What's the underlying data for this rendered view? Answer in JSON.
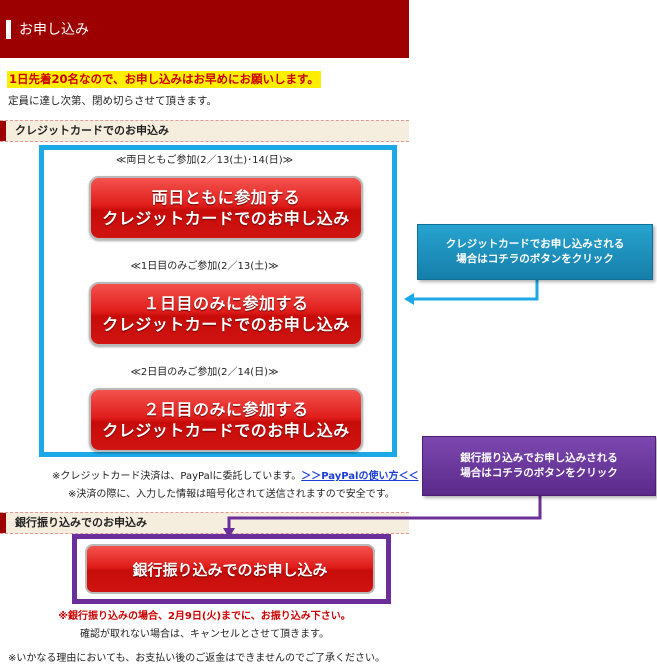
{
  "header": {
    "title": "お申し込み"
  },
  "notice": "1日先着20名なので、お申し込みはお早めにお願いします。",
  "deadline": "定員に達し次第、閉め切らさせて頂きます。",
  "credit_section": {
    "title": "クレジットカードでのお申込み",
    "options": [
      {
        "caption": "≪両日ともご参加(2／13(土)･14(日)≫",
        "line1": "両日ともに参加する",
        "line2": "クレジットカードでのお申し込み"
      },
      {
        "caption": "≪1日目のみご参加(2／13(土)≫",
        "line1": "１日目のみに参加する",
        "line2": "クレジットカードでのお申し込み"
      },
      {
        "caption": "≪2日目のみご参加(2／14(日)≫",
        "line1": "２日目のみに参加する",
        "line2": "クレジットカードでのお申し込み"
      }
    ],
    "paypal_note": "※クレジットカード決済は、PayPalに委託しています。",
    "paypal_link": "＞＞PayPalの使い方＜＜",
    "secure_note": "※決済の際に、入力した情報は暗号化されて送信されますので安全です。"
  },
  "bank_section": {
    "title": "銀行振り込みでのお申込み",
    "button": "銀行振り込みでのお申し込み",
    "warning": "※銀行振り込みの場合、2月9日(火)までに、お振り込み下さい。",
    "confirm": "確認が取れない場合は、キャンセルとさせて頂きます。"
  },
  "refund_note": "※いかなる理由においても、お支払い後のご返金はできませんのでご了承ください。",
  "callouts": {
    "credit": {
      "line1": "クレジットカードでお申し込みされる",
      "line2": "場合はコチラのボタンをクリック"
    },
    "bank": {
      "line1": "銀行振り込みでお申し込みされる",
      "line2": "場合はコチラのボタンをクリック"
    }
  },
  "colors": {
    "header": "#9c0000",
    "notice_bg": "#ffee00",
    "notice_text": "#cc0000",
    "highlight_blue": "#1aa8e6",
    "highlight_purple": "#6a2f9b",
    "button_red": "#e01d1a",
    "link": "#1a3dd6"
  }
}
